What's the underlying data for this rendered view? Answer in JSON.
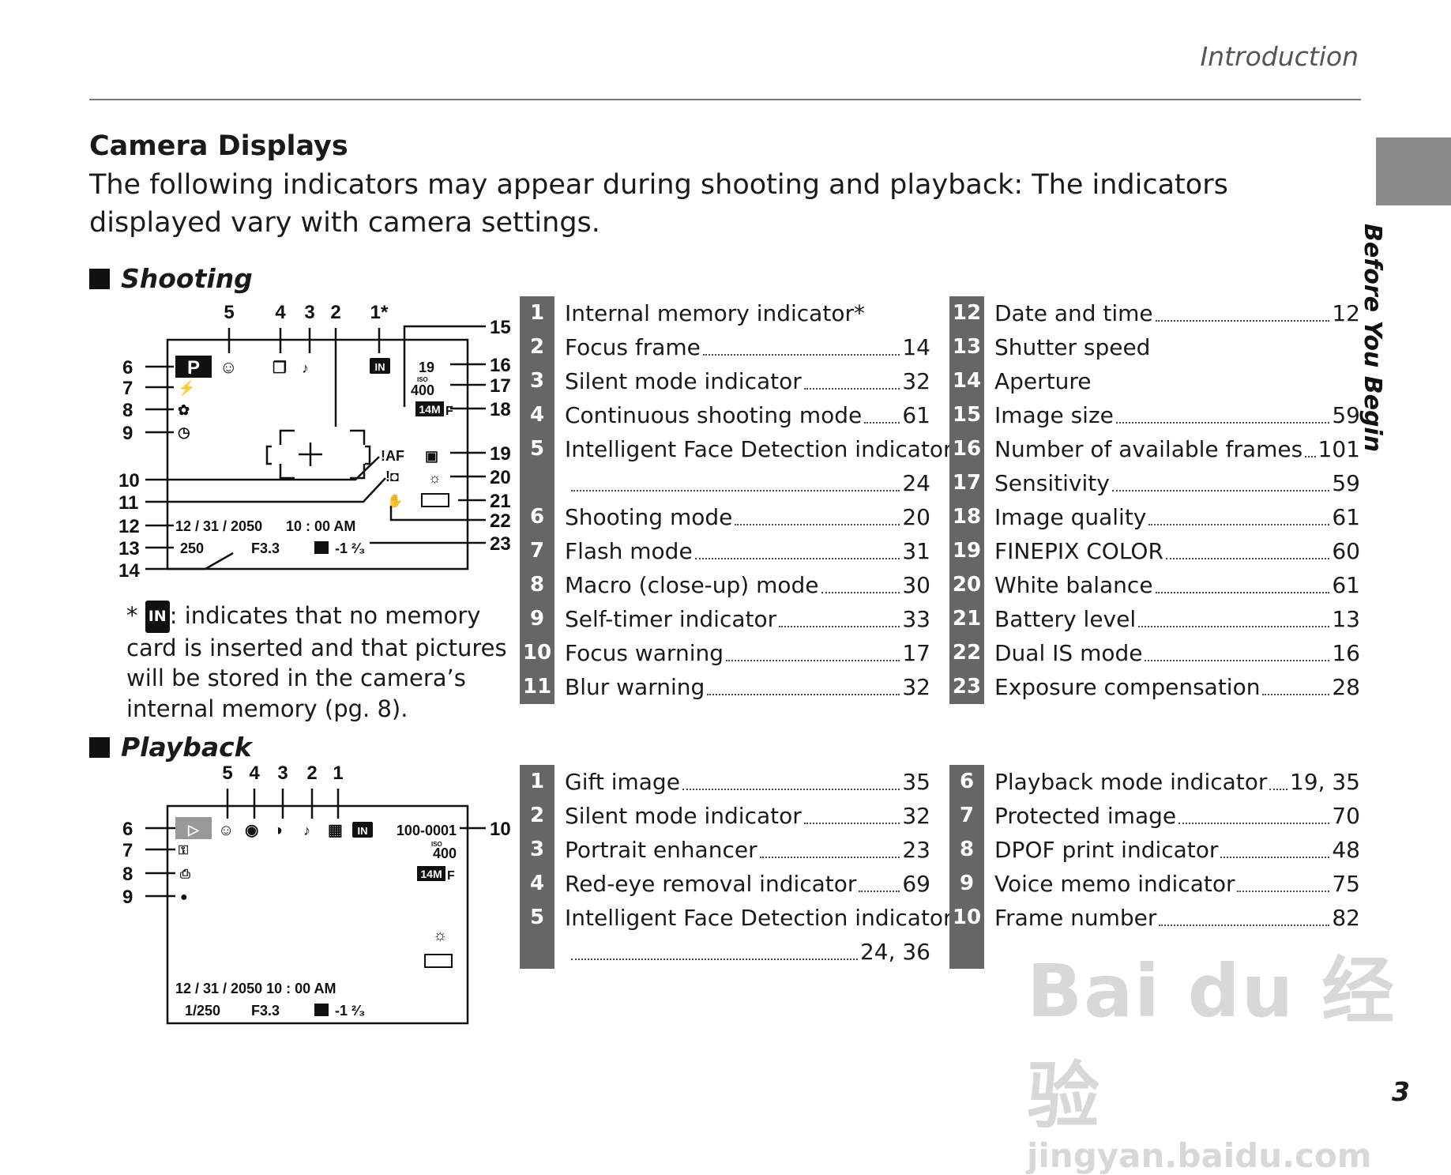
{
  "header": {
    "section": "Introduction",
    "side_tab": "Before You Begin",
    "page_number": "3"
  },
  "title": "Camera Displays",
  "intro": "The following indicators may appear during shooting and playback: The indicators displayed vary with camera settings.",
  "shooting": {
    "heading": "Shooting",
    "screen": {
      "top_labels": [
        "5",
        "4",
        "3",
        "2",
        "1*"
      ],
      "left_labels": [
        "6",
        "7",
        "8",
        "9",
        "10",
        "11",
        "12",
        "13",
        "14"
      ],
      "right_labels": [
        "15",
        "16",
        "17",
        "18",
        "19",
        "20",
        "21",
        "22",
        "23"
      ],
      "mode": "P",
      "frames": "19",
      "iso_label": "ISO",
      "iso": "400",
      "size": "14M",
      "quality": "F",
      "af_warning": "!AF",
      "date": "12 / 31 / 2050",
      "time": "10 : 00  AM",
      "shutter": "250",
      "aperture": "F3.3",
      "exposure": "-1 ²⁄₃",
      "in_badge": "IN"
    },
    "footnote": {
      "star": "*",
      "badge": "IN",
      "text": ": indicates that no memory card is inserted and that pictures will be stored in the camera’s internal memory (pg. 8)."
    },
    "items_left": [
      {
        "n": "1",
        "label": "Internal memory indicator*",
        "page": ""
      },
      {
        "n": "2",
        "label": "Focus frame",
        "page": "14"
      },
      {
        "n": "3",
        "label": "Silent mode indicator",
        "page": "32"
      },
      {
        "n": "4",
        "label": "Continuous shooting mode",
        "page": "61"
      },
      {
        "n": "5",
        "label": "Intelligent Face Detection indicator",
        "page": ""
      },
      {
        "n": "",
        "label": "",
        "page": "24"
      },
      {
        "n": "6",
        "label": "Shooting mode",
        "page": "20"
      },
      {
        "n": "7",
        "label": "Flash mode",
        "page": "31"
      },
      {
        "n": "8",
        "label": "Macro (close-up) mode",
        "page": "30"
      },
      {
        "n": "9",
        "label": "Self-timer indicator",
        "page": "33"
      },
      {
        "n": "10",
        "label": "Focus warning",
        "page": "17"
      },
      {
        "n": "11",
        "label": "Blur warning",
        "page": "32"
      }
    ],
    "items_right": [
      {
        "n": "12",
        "label": "Date and time",
        "page": "12"
      },
      {
        "n": "13",
        "label": "Shutter speed",
        "page": ""
      },
      {
        "n": "14",
        "label": "Aperture",
        "page": ""
      },
      {
        "n": "15",
        "label": "Image size",
        "page": "59"
      },
      {
        "n": "16",
        "label": "Number of available frames",
        "page": "101"
      },
      {
        "n": "17",
        "label": "Sensitivity",
        "page": "59"
      },
      {
        "n": "18",
        "label": "Image quality",
        "page": "61"
      },
      {
        "n": "19",
        "label": "FINEPIX COLOR",
        "page": "60"
      },
      {
        "n": "20",
        "label": "White balance",
        "page": "61"
      },
      {
        "n": "21",
        "label": "Battery level",
        "page": "13"
      },
      {
        "n": "22",
        "label": "Dual IS mode",
        "page": "16"
      },
      {
        "n": "23",
        "label": "Exposure compensation",
        "page": "28"
      }
    ]
  },
  "playback": {
    "heading": "Playback",
    "screen": {
      "top_labels": [
        "5",
        "4",
        "3",
        "2",
        "1"
      ],
      "left_labels": [
        "6",
        "7",
        "8",
        "9"
      ],
      "right_label": "10",
      "frame_no": "100-0001",
      "iso_label": "ISO",
      "iso": "400",
      "size": "14M",
      "quality": "F",
      "date": "12 / 31 / 2050   10 : 00  AM",
      "shutter": "1/250",
      "aperture": "F3.3",
      "exposure": "-1 ²⁄₃",
      "in_badge": "IN"
    },
    "items_left": [
      {
        "n": "1",
        "label": "Gift image",
        "page": "35"
      },
      {
        "n": "2",
        "label": "Silent mode indicator",
        "page": "32"
      },
      {
        "n": "3",
        "label": "Portrait enhancer",
        "page": "23"
      },
      {
        "n": "4",
        "label": "Red-eye removal indicator",
        "page": "69"
      },
      {
        "n": "5",
        "label": "Intelligent Face Detection indicator",
        "page": ""
      },
      {
        "n": "",
        "label": "",
        "page": "24, 36"
      }
    ],
    "items_right": [
      {
        "n": "6",
        "label": "Playback mode indicator",
        "page": "19, 35"
      },
      {
        "n": "7",
        "label": "Protected image",
        "page": "70"
      },
      {
        "n": "8",
        "label": "DPOF print indicator",
        "page": "48"
      },
      {
        "n": "9",
        "label": "Voice memo indicator",
        "page": "75"
      },
      {
        "n": "10",
        "label": "Frame number",
        "page": "82"
      },
      {
        "n": "",
        "label": "",
        "page": ""
      }
    ]
  },
  "watermark": {
    "logo": "Bai du 经验",
    "url": "jingyan.baidu.com"
  }
}
